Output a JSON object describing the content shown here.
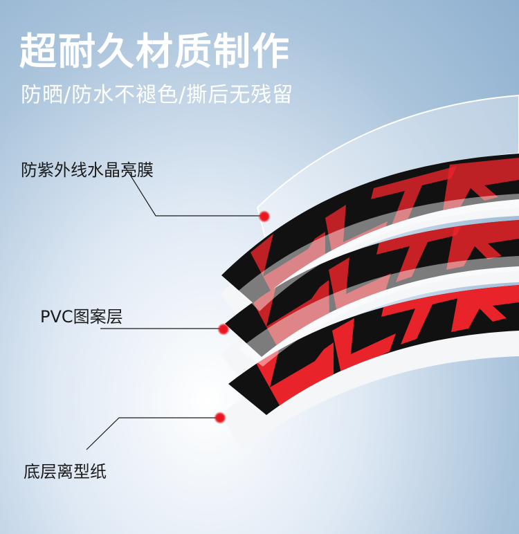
{
  "title": "超耐久材质制作",
  "subtitle": "防晒/防水不褪色/撕后无残留",
  "layers": {
    "top": {
      "label": "防紫外线水晶亮膜"
    },
    "middle": {
      "label": "PVC图案层"
    },
    "bottom": {
      "label": "底层离型纸"
    }
  },
  "decal_text": "ULTRA",
  "colors": {
    "marker_red": "#e8141e",
    "decal_red": "#e8242a",
    "decal_black": "#111111",
    "film_white": "#f4f6f8"
  }
}
